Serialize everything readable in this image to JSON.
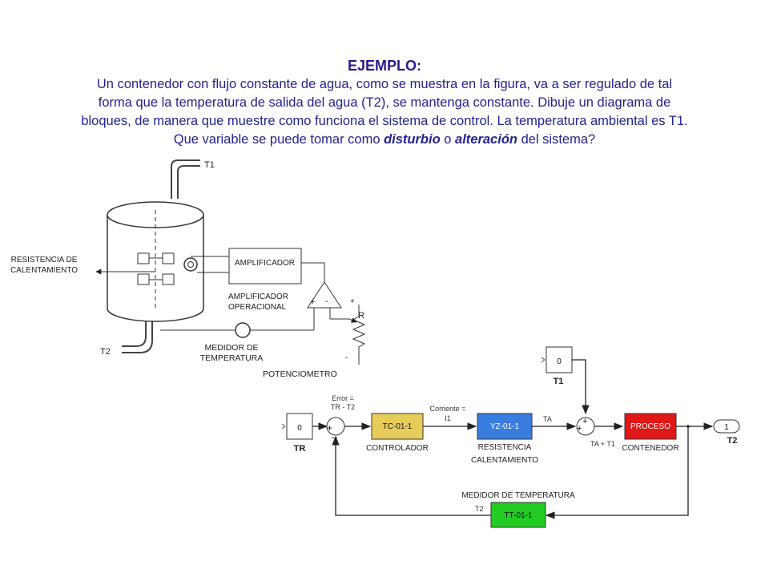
{
  "heading": {
    "title": "EJEMPLO",
    "title_colon": ":",
    "line1": "Un contenedor con flujo constante de agua, como se muestra en la figura, va a ser regulado de tal",
    "line2": "forma que la temperatura de salida del agua (T2), se mantenga constante. Dibuje un diagrama de",
    "line3": "bloques, de manera que muestre como funciona el sistema de control. La temperatura ambiental es T1.",
    "line4_a": "Que variable se puede tomar como ",
    "line4_b": "disturbio",
    "line4_c": " o ",
    "line4_d": "alteración",
    "line4_e": " del sistema?"
  },
  "schematic": {
    "t1": "T1",
    "t2": "T2",
    "resistencia_1": "RESISTENCIA DE",
    "resistencia_2": "CALENTAMIENTO",
    "amplificador": "AMPLIFICADOR",
    "amp_op_1": "AMPLIFICADOR",
    "amp_op_2": "OPERACIONAL",
    "plus": "+",
    "minus": "-",
    "r": "R",
    "medidor_1": "MEDIDOR DE",
    "medidor_2": "TEMPERATURA",
    "potenciometro": "POTENCIOMETRO"
  },
  "block_diagram": {
    "t1_value": "0",
    "t1_label": "T1",
    "tr_value": "0",
    "tr_label": "TR",
    "error_1": "Error =",
    "error_2": "TR - T2",
    "tc_block": "TC-01-1",
    "controlador": "CONTROLADOR",
    "corriente_1": "Corriente =",
    "corriente_2": "I1",
    "yz_block": "YZ-01-1",
    "resistencia_1": "RESISTENCIA",
    "resistencia_2": "CALENTAMIENTO",
    "ta": "TA",
    "ta_t1": "TA + T1",
    "proceso": "PROCESO",
    "contenedor": "CONTENEDOR",
    "out_value": "1",
    "t2_label": "T2",
    "medidor": "MEDIDOR DE TEMPERATURA",
    "t2_feedback": "T2",
    "tt_block": "TT-01-1",
    "sum_plus": "+",
    "sum_minus": "_"
  },
  "colors": {
    "heading_text": "#23238e",
    "controller_block": "#e8cc5a",
    "actuator_block": "#3a7de0",
    "process_block": "#e01818",
    "sensor_block": "#22cc22"
  }
}
